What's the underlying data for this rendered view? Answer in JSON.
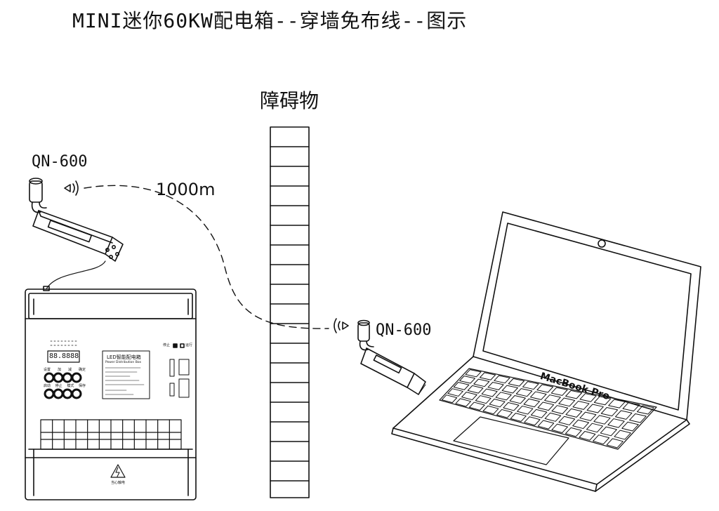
{
  "title": "MINI迷你60KW配电箱--穿墙免布线--图示",
  "obstacle_label": "障碍物",
  "distance_label": "1000m",
  "transmitter_left": {
    "label": "QN-600"
  },
  "transmitter_right": {
    "label": "QN-600"
  },
  "distribution_box": {
    "display_value": "88.8888",
    "nameplate_title": "LED智能配电箱",
    "nameplate_subtitle": "Power Distribution Box",
    "status_left": "停止",
    "status_right": "运行",
    "warning_label": "当心触电",
    "button_row1": [
      "设置",
      "加",
      "减",
      "确定"
    ],
    "button_row2": [
      "启动",
      "停止",
      "模式",
      "保存"
    ]
  },
  "laptop": {
    "brand": "MacBook Pro"
  },
  "colors": {
    "line": "#111111",
    "background": "#ffffff"
  }
}
